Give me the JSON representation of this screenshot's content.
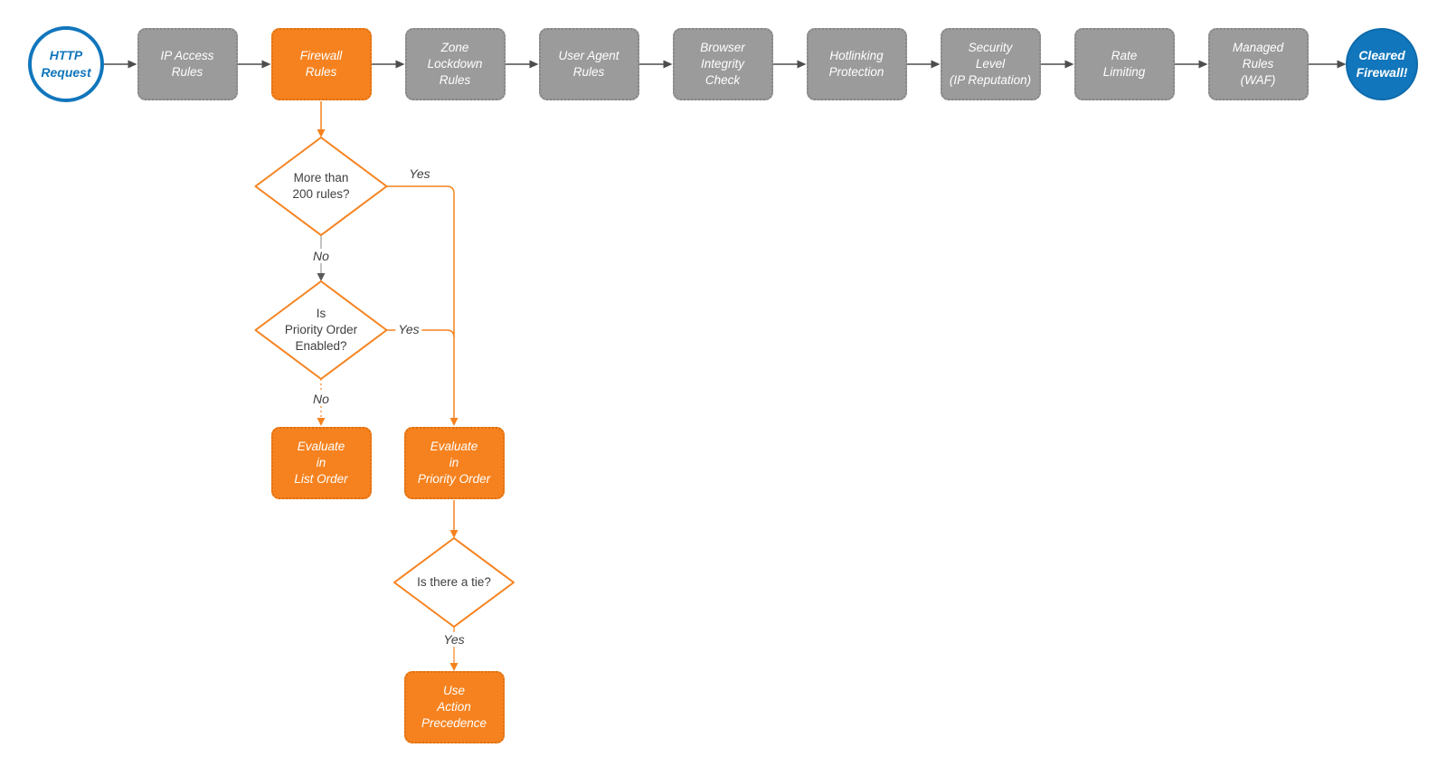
{
  "colors": {
    "orange": "#F6821F",
    "gray": "#9B9B9B",
    "blue": "#1176BC",
    "arrow_gray": "#4D4D4D",
    "text_dark": "#3F3F3F",
    "background": "#FFFFFF"
  },
  "flow": {
    "start": "HTTP\nRequest",
    "steps": [
      {
        "label": "IP Access\nRules",
        "variant": "gray"
      },
      {
        "label": "Firewall\nRules",
        "variant": "orange"
      },
      {
        "label": "Zone\nLockdown\nRules",
        "variant": "gray"
      },
      {
        "label": "User Agent\nRules",
        "variant": "gray"
      },
      {
        "label": "Browser\nIntegrity\nCheck",
        "variant": "gray"
      },
      {
        "label": "Hotlinking\nProtection",
        "variant": "gray"
      },
      {
        "label": "Security\nLevel\n(IP Reputation)",
        "variant": "gray"
      },
      {
        "label": "Rate\nLimiting",
        "variant": "gray"
      },
      {
        "label": "Managed\nRules\n(WAF)",
        "variant": "gray"
      }
    ],
    "end": "Cleared\nFirewall!"
  },
  "decisions": [
    {
      "label": "More than\n200 rules?"
    },
    {
      "label": "Is\nPriority Order\nEnabled?"
    },
    {
      "label": "Is there a tie?"
    }
  ],
  "outcomes": [
    {
      "label": "Evaluate\nin\nList Order"
    },
    {
      "label": "Evaluate\nin\nPriority Order"
    },
    {
      "label": "Use\nAction\nPrecedence"
    }
  ],
  "edges": {
    "d1_yes": "Yes",
    "d1_no": "No",
    "d2_yes": "Yes",
    "d2_no": "No",
    "d3_yes": "Yes"
  }
}
